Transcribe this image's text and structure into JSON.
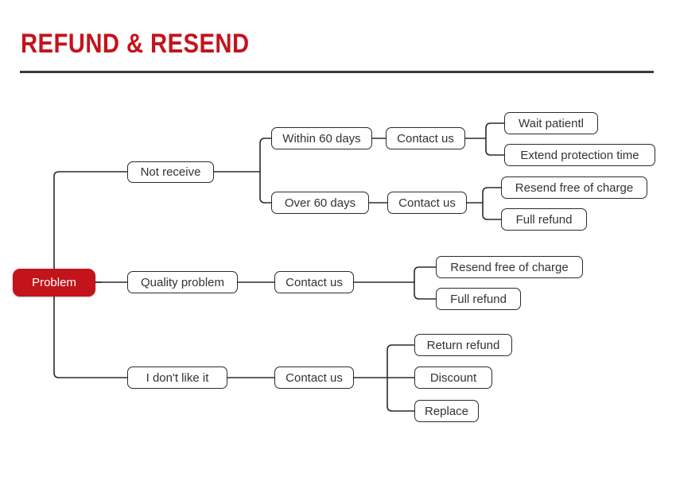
{
  "header": {
    "title": "REFUND & RESEND",
    "rule_color": "#3a3a3a",
    "title_color": "#C3141B"
  },
  "diagram": {
    "type": "mindmap",
    "root": {
      "label": "Problem",
      "fill": "#C3141B",
      "text_color": "#FFFFFF"
    },
    "node_border_color": "#2B2B2B",
    "connector_color": "#2B2B2B",
    "branches": [
      {
        "label": "Not receive",
        "children": [
          {
            "label": "Within 60 days",
            "children": [
              {
                "label": "Contact us",
                "children": [
                  {
                    "label": "Wait patientl"
                  },
                  {
                    "label": "Extend protection time"
                  }
                ]
              }
            ]
          },
          {
            "label": "Over 60 days",
            "children": [
              {
                "label": "Contact us",
                "children": [
                  {
                    "label": "Resend free of charge"
                  },
                  {
                    "label": "Full refund"
                  }
                ]
              }
            ]
          }
        ]
      },
      {
        "label": "Quality problem",
        "children": [
          {
            "label": "Contact us",
            "children": [
              {
                "label": "Resend free of charge"
              },
              {
                "label": "Full refund"
              }
            ]
          }
        ]
      },
      {
        "label": "I don't like it",
        "children": [
          {
            "label": "Contact us",
            "children": [
              {
                "label": "Return refund"
              },
              {
                "label": "Discount"
              },
              {
                "label": "Replace"
              }
            ]
          }
        ]
      }
    ],
    "nodes": {
      "root": "Problem",
      "not_receive": "Not receive",
      "within_60_days": "Within 60 days",
      "over_60_days": "Over 60 days",
      "contact_us_within": "Contact us",
      "contact_us_over": "Contact us",
      "contact_us_quality": "Contact us",
      "contact_us_dislike": "Contact us",
      "wait_patiently": "Wait patientl",
      "extend_protection_time": "Extend protection time",
      "resend_free_over": "Resend free of charge",
      "full_refund_over": "Full refund",
      "quality_problem": "Quality problem",
      "resend_free_quality": "Resend free of charge",
      "full_refund_quality": "Full refund",
      "dont_like_it": "I don't like it",
      "return_refund": "Return refund",
      "discount": "Discount",
      "replace": "Replace"
    }
  }
}
